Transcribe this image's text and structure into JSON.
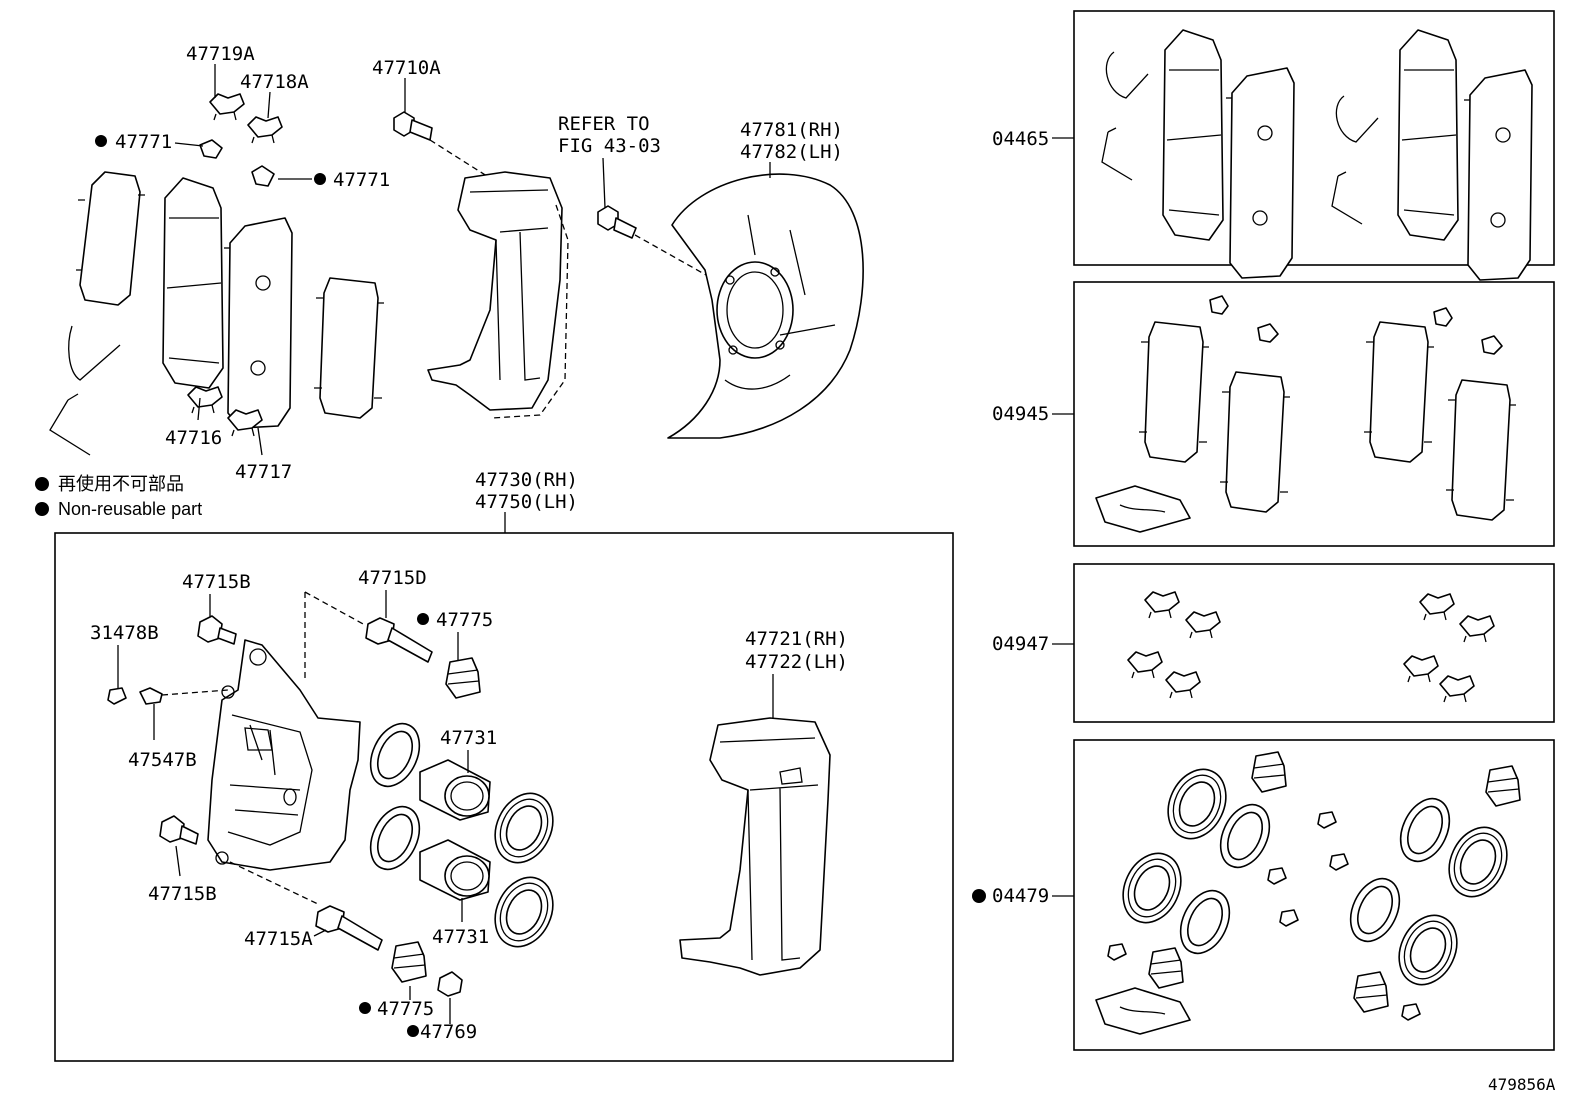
{
  "figure_id": "479856A",
  "legend": {
    "jp": "再使用不可部品",
    "en": "Non-reusable part"
  },
  "refer": {
    "line1": "REFER TO",
    "line2": "FIG 43-03"
  },
  "labels": {
    "p47719A": "47719A",
    "p47718A": "47718A",
    "p47771a": "47771",
    "p47771b": "47771",
    "p47710A": "47710A",
    "p47781": "47781(RH)",
    "p47782": "47782(LH)",
    "p47716": "47716",
    "p47717": "47717",
    "p47730": "47730(RH)",
    "p47750": "47750(LH)",
    "p47715B_top": "47715B",
    "p47715D": "47715D",
    "p47775_top": "47775",
    "p31478B": "31478B",
    "p47547B": "47547B",
    "p47731_top": "47731",
    "p47721": "47721(RH)",
    "p47722": "47722(LH)",
    "p47715B_bot": "47715B",
    "p47715A": "47715A",
    "p47731_bot": "47731",
    "p47775_bot": "47775",
    "p47769": "47769",
    "k04465": "04465",
    "k04945": "04945",
    "k04947": "04947",
    "k04479": "04479"
  }
}
